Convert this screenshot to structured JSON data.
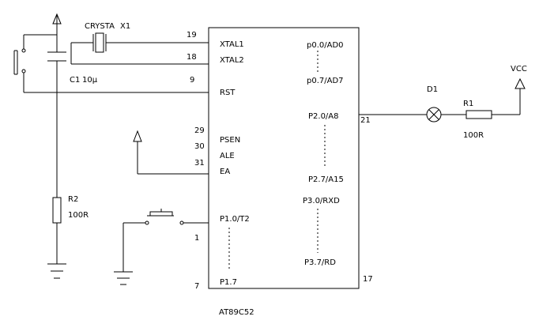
{
  "chip": {
    "part": "AT89C52",
    "left_pins": [
      {
        "num": "19",
        "name": "XTAL1"
      },
      {
        "num": "18",
        "name": "XTAL2"
      },
      {
        "num": "9",
        "name": "RST"
      },
      {
        "num": "29",
        "name": "PSEN"
      },
      {
        "num": "30",
        "name": "ALE"
      },
      {
        "num": "31",
        "name": "EA"
      },
      {
        "num": "1",
        "name": "P1.0/T2"
      },
      {
        "num": "7",
        "name": "P1.7"
      }
    ],
    "right_pins": [
      {
        "name": "p0.0/AD0"
      },
      {
        "name": "p0.7/AD7"
      },
      {
        "name": "P2.0/A8",
        "num": "21"
      },
      {
        "name": "P2.7/A15"
      },
      {
        "name": "P3.0/RXD"
      },
      {
        "name": "P3.7/RD",
        "num": "17"
      }
    ]
  },
  "crystal": {
    "label": "CRYSTA",
    "ref": "X1"
  },
  "capacitor": {
    "ref": "C1",
    "value": "10µ"
  },
  "resistor_r2": {
    "ref": "R2",
    "value": "100R"
  },
  "led": {
    "ref": "D1"
  },
  "resistor_r1": {
    "ref": "R1",
    "value": "100R"
  },
  "supply": {
    "label": "VCC"
  }
}
